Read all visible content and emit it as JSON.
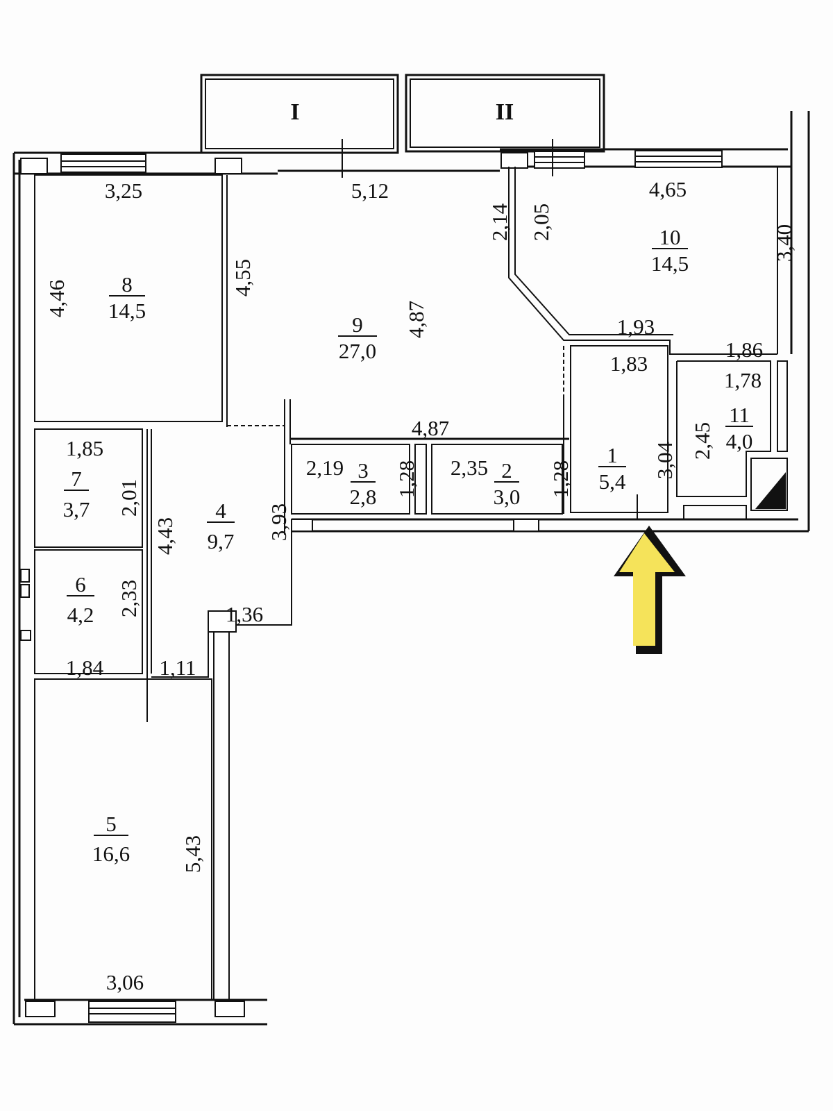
{
  "plan": {
    "balconies": [
      {
        "id": "I",
        "label": "I"
      },
      {
        "id": "II",
        "label": "II"
      }
    ],
    "rooms": [
      {
        "number": "1",
        "area": "5,4"
      },
      {
        "number": "2",
        "area": "3,0"
      },
      {
        "number": "3",
        "area": "2,8"
      },
      {
        "number": "4",
        "area": "9,7"
      },
      {
        "number": "5",
        "area": "16,6"
      },
      {
        "number": "6",
        "area": "4,2"
      },
      {
        "number": "7",
        "area": "3,7"
      },
      {
        "number": "8",
        "area": "14,5"
      },
      {
        "number": "9",
        "area": "27,0"
      },
      {
        "number": "10",
        "area": "14,5"
      },
      {
        "number": "11",
        "area": "4,0"
      }
    ],
    "dimensions": {
      "r8_top": "3,25",
      "r8_left": "4,46",
      "r8_right": "4,55",
      "r9_top": "5,12",
      "r9_height": "4,87",
      "r9_bottom": "4,87",
      "r10_left_outer": "2,14",
      "r10_left_inner": "2,05",
      "r10_top": "4,65",
      "r10_right": "3,40",
      "r10_bottom_left": "1,93",
      "r10_bottom_right": "1,86",
      "r1_top": "1,83",
      "r1_right": "3,04",
      "r11_top": "1,78",
      "r11_left": "2,45",
      "r7_top": "1,85",
      "r7_right": "2,01",
      "r4_left": "4,43",
      "r4_right": "3,93",
      "r4_bottom": "1,36",
      "r4_bottom_left": "1,11",
      "r6_right": "2,33",
      "r6_bottom": "1,84",
      "r3_width": "2,19",
      "r3_height": "1,28",
      "r2_width": "2,35",
      "r2_height": "1,28",
      "r5_right": "5,43",
      "r5_bottom": "3,06"
    },
    "entrance_arrow": {
      "color": "#f5e35a",
      "outline": "#111111"
    }
  }
}
